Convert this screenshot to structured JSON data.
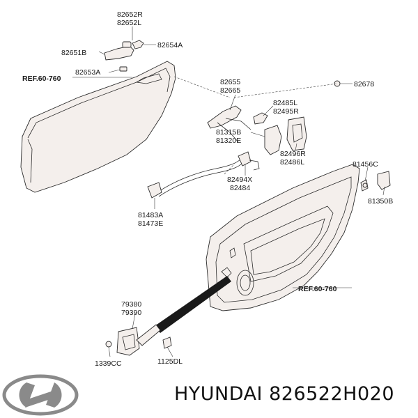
{
  "labels": {
    "p82652R": "82652R",
    "p82652L": "82652L",
    "p82654A": "82654A",
    "p82651B": "82651B",
    "p82653A": "82653A",
    "ref_top": "REF.60-760",
    "p82655": "82655",
    "p82665": "82665",
    "p82678": "82678",
    "p82485L": "82485L",
    "p82495R": "82495R",
    "p81315B": "81315B",
    "p81320E": "81320E",
    "p82496R": "82496R",
    "p82486L": "82486L",
    "p82494X": "82494X",
    "p82484": "82484",
    "p81456C": "81456C",
    "p81350B": "81350B",
    "p81483A": "81483A",
    "p81473E": "81473E",
    "ref_bottom": "REF.60-760",
    "p79380": "79380",
    "p79390": "79390",
    "p1339CC": "1339CC",
    "p1125DL": "1125DL"
  },
  "brand": {
    "text": "HYUNDAI 826522H020",
    "logo_icon": "hyundai-logo-icon"
  }
}
